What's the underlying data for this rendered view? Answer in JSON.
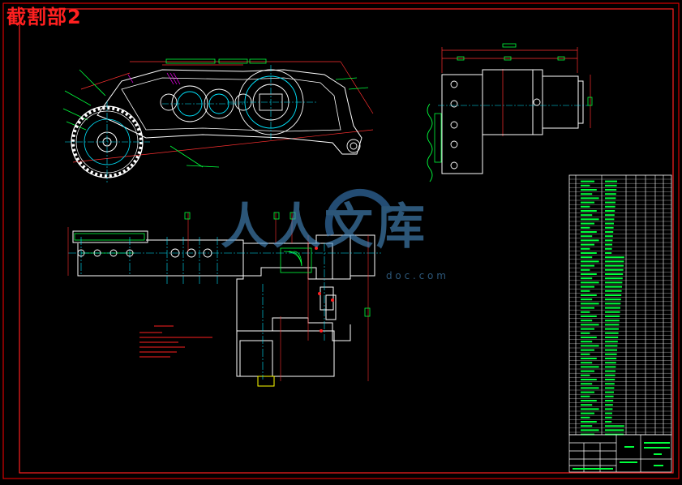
{
  "drawing": {
    "title": "截割部2",
    "watermark_logo": "人人文库",
    "watermark_url": "d o c . c o m"
  },
  "views": [
    "side-elevation-view",
    "end-view",
    "plan-section-view",
    "technical-notes",
    "parts-list",
    "title-block"
  ],
  "colors": {
    "background": "#000000",
    "frame": "#ff0000",
    "outline": "#ffffff",
    "dimension": "#ff3030",
    "centerline": "#00e5ff",
    "leader": "#00ff3c",
    "annotation": "#ff2020",
    "hatch": "#ff00ff",
    "watermark": "#4a90c8"
  }
}
